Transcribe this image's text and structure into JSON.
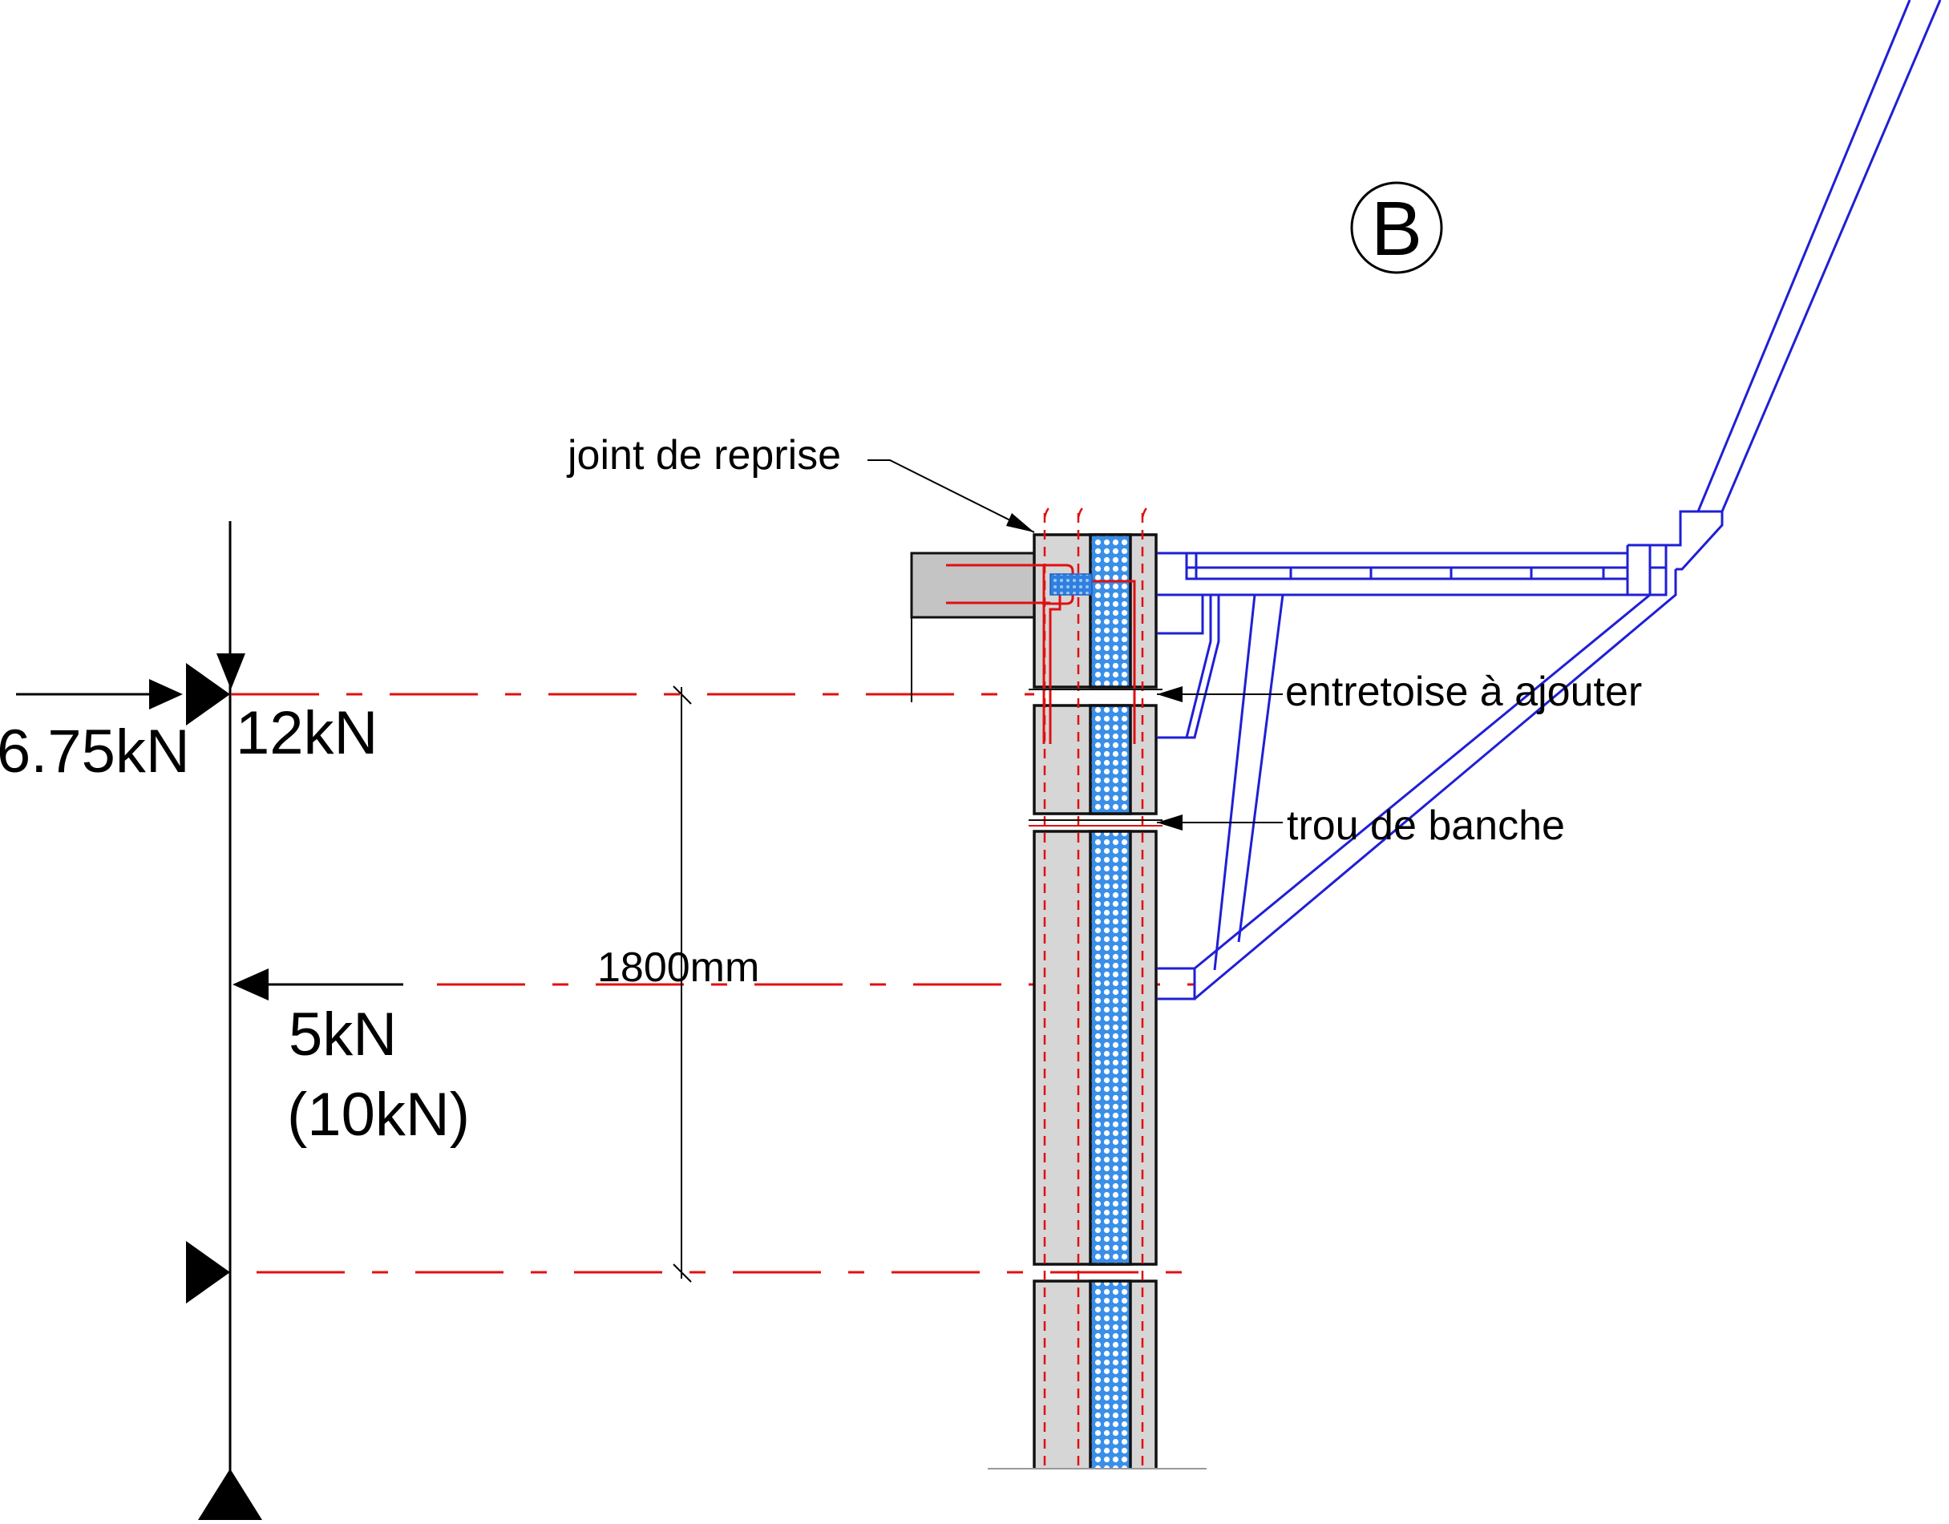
{
  "marker": {
    "letter": "B"
  },
  "labels": {
    "joint": "joint de reprise",
    "entretoise": "entretoise à ajouter",
    "trou": "trou de banche",
    "dimension": "1800mm"
  },
  "loads": {
    "horizontal_top": "6.75kN",
    "vertical_top": "12kN",
    "horizontal_mid": "5kN",
    "horizontal_mid_alt": "(10kN)"
  },
  "colors": {
    "structure_blue": "#1f1fd6",
    "axis_red": "#e01010",
    "concrete_grey": "#d6d6d6",
    "insulation_blue": "#3a8fe8"
  }
}
